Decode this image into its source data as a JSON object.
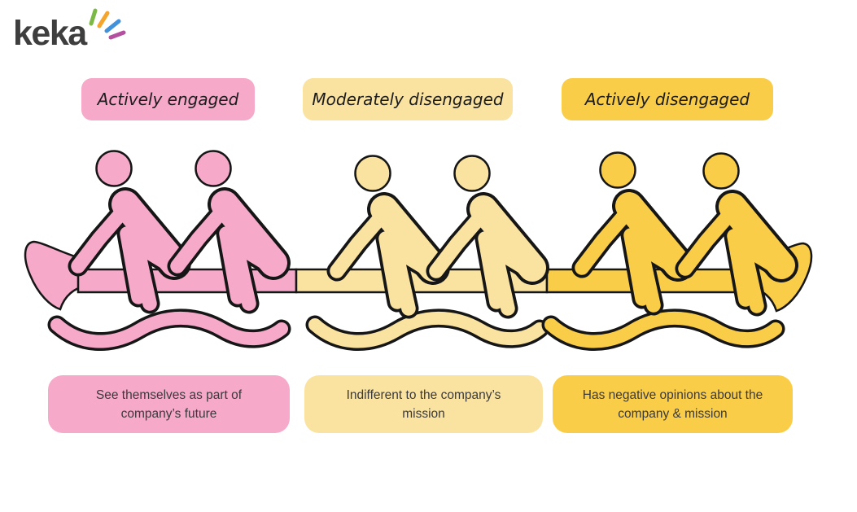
{
  "brand": {
    "name": "keka",
    "logo_color": "#3E3E3E",
    "sparkles": [
      {
        "name": "sparkle-green",
        "color": "#7CB845"
      },
      {
        "name": "sparkle-orange",
        "color": "#F5A42C"
      },
      {
        "name": "sparkle-blue",
        "color": "#4191DB"
      },
      {
        "name": "sparkle-purple",
        "color": "#B4519F"
      }
    ]
  },
  "outline_color": "#161616",
  "columns": [
    {
      "id": "actively-engaged",
      "label": "Actively engaged",
      "description_line1": "See themselves as part of",
      "description_line2": "company’s future",
      "color": "#F6A9C8"
    },
    {
      "id": "moderately-disengaged",
      "label": "Moderately disengaged",
      "description_line1": "Indifferent to the company’s",
      "description_line2": "mission",
      "color": "#FAE3A1"
    },
    {
      "id": "actively-disengaged",
      "label": "Actively disengaged",
      "description_line1": "Has negative opinions about the",
      "description_line2": "company & mission",
      "color": "#FACD49"
    }
  ],
  "illustration": {
    "name": "rowing-team",
    "rowers_per_group": 2,
    "groups": [
      "actively-engaged",
      "moderately-disengaged",
      "actively-disengaged"
    ]
  }
}
